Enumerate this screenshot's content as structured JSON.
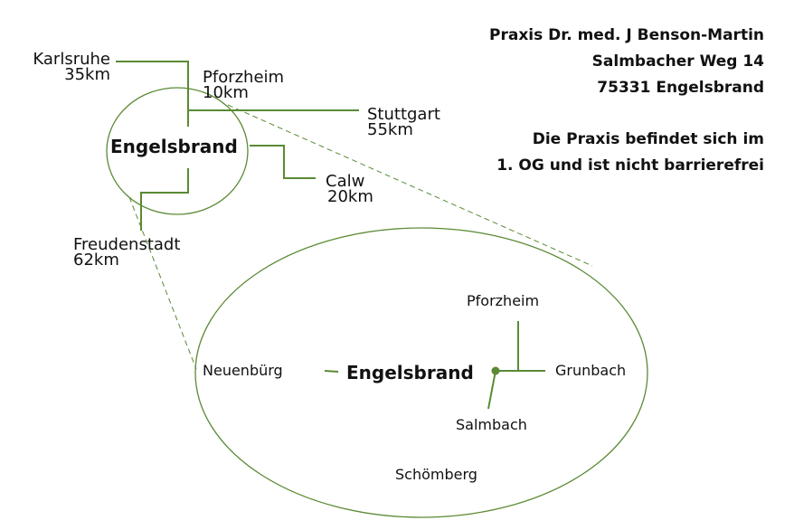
{
  "colors": {
    "line": "#5a8a34",
    "text": "#111111"
  },
  "address": {
    "name": "Praxis Dr. med. J Benson-Martin",
    "street": "Salmbacher Weg 14",
    "city": "75331 Engelsbrand",
    "note_line1": "Die Praxis befindet sich im",
    "note_line2": "1. OG und ist nicht barrierefrei"
  },
  "overview": {
    "center": "Engelsbrand",
    "destinations": [
      {
        "name": "Karlsruhe",
        "distance": "35km"
      },
      {
        "name": "Pforzheim",
        "distance": "10km"
      },
      {
        "name": "Stuttgart",
        "distance": "55km"
      },
      {
        "name": "Calw",
        "distance": "20km"
      },
      {
        "name": "Freudenstadt",
        "distance": "62km"
      }
    ]
  },
  "detail": {
    "center": "Engelsbrand",
    "places": [
      "Pforzheim",
      "Neuenbürg",
      "Grunbach",
      "Salmbach",
      "Schömberg"
    ]
  }
}
